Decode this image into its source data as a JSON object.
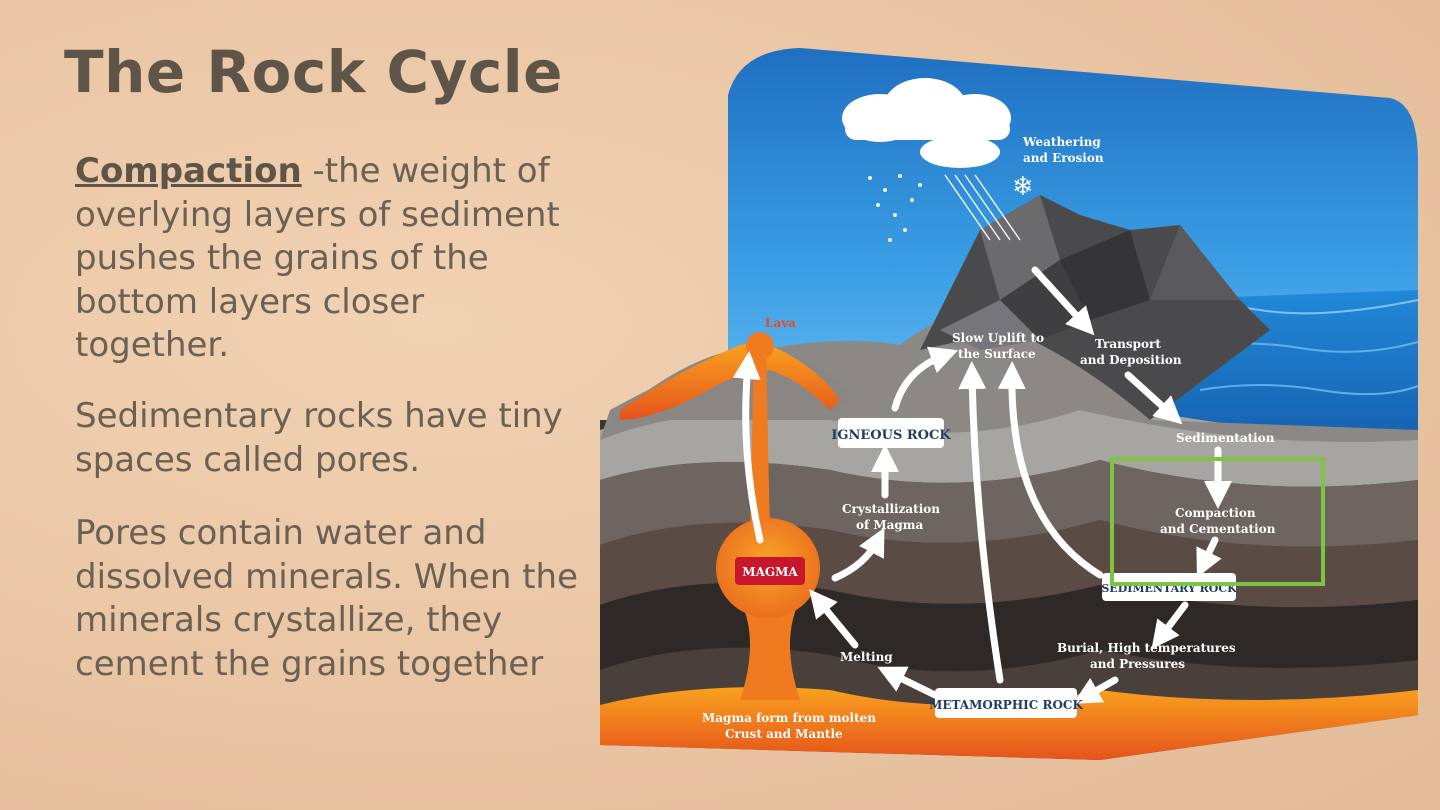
{
  "slide": {
    "title": "The Rock Cycle",
    "term": "Compaction",
    "definition": " -the weight of overlying layers of sediment pushes the grains of the bottom layers closer together.",
    "paragraph2": "Sedimentary rocks have tiny spaces called pores.",
    "paragraph3": "Pores contain water and dissolved minerals. When the minerals crystallize, they cement the grains together"
  },
  "diagram": {
    "labels": {
      "weathering_1": "Weathering",
      "weathering_2": "and Erosion",
      "lava": "Lava",
      "uplift_1": "Slow Uplift to",
      "uplift_2": "the Surface",
      "transport_1": "Transport",
      "transport_2": "and Deposition",
      "sedimentation": "Sedimentation",
      "igneous_rock": "IGNEOUS ROCK",
      "crystallization_1": "Crystallization",
      "crystallization_2": "of Magma",
      "compaction_1": "Compaction",
      "compaction_2": "and Cementation",
      "magma": "MAGMA",
      "sedimentary_rock": "SEDIMENTARY ROCK",
      "melting": "Melting",
      "burial_1": "Burial, High temperatures",
      "burial_2": "and Pressures",
      "metamorphic_rock": "METAMORPHIC ROCK",
      "magma_form_1": "Magma form from molten",
      "magma_form_2": "Crust and Mantle"
    },
    "highlight_color": "#7dc443",
    "sky_color": "#2f8fd8",
    "sea_color": "#1f74c4",
    "magma_color": "#f07a1f"
  }
}
